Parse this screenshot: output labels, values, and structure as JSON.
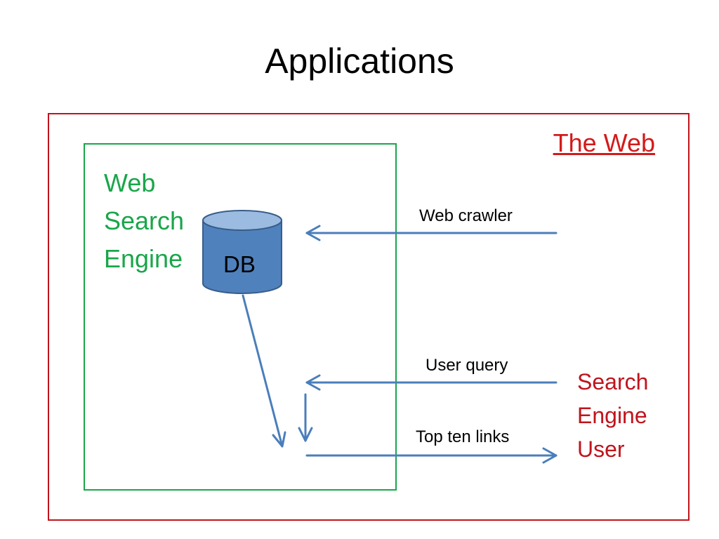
{
  "slide": {
    "title": "Applications"
  },
  "web": {
    "label": "The Web"
  },
  "engine": {
    "label_lines": [
      "Web",
      "Search",
      "Engine"
    ]
  },
  "database": {
    "label": "DB"
  },
  "user": {
    "label_lines": [
      "Search",
      "Engine",
      "User"
    ]
  },
  "arrows": {
    "web_crawler": "Web crawler",
    "user_query": "User query",
    "top_ten_links": "Top ten links"
  },
  "colors": {
    "web_border": "#c0141c",
    "engine_border": "#19a64a",
    "arrow": "#4a7ebb",
    "db_fill": "#4f81bd",
    "db_top": "#9cbbe0",
    "db_stroke": "#385d8a"
  }
}
